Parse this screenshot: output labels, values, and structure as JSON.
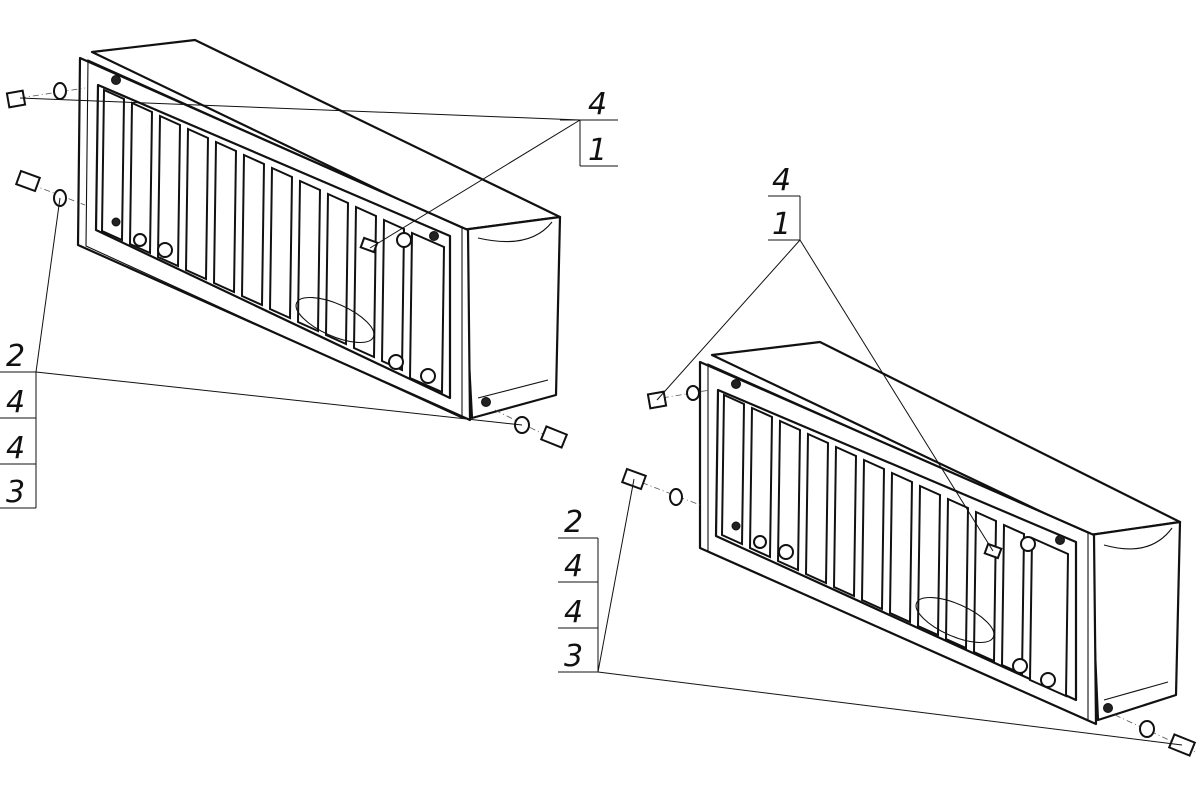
{
  "views": [
    {
      "id": "left",
      "callout_top": [
        "4",
        "1"
      ],
      "callout_bottom": [
        "2",
        "4",
        "4",
        "3"
      ]
    },
    {
      "id": "right",
      "callout_top": [
        "4",
        "1"
      ],
      "callout_bottom": [
        "2",
        "4",
        "4",
        "3"
      ]
    }
  ]
}
